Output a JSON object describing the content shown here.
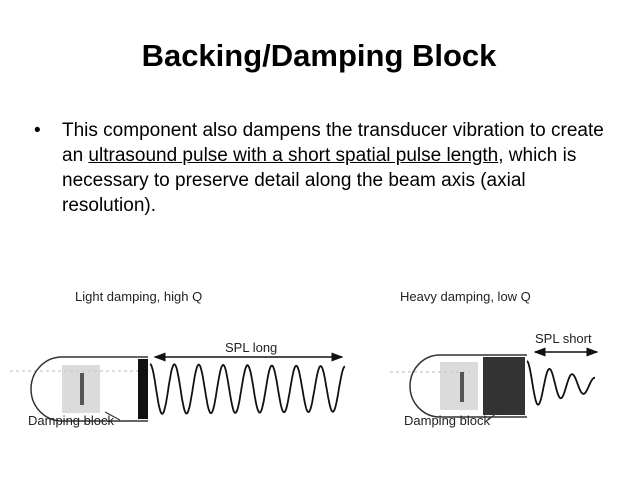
{
  "title": "Backing/Damping Block",
  "bullet": {
    "marker": "•",
    "text_before": "This component also dampens the transducer vibration to create an ",
    "underlined": "ultrasound pulse with a short spatial pulse length",
    "text_after": ", which is necessary to preserve detail along the beam axis (axial resolution)."
  },
  "diagram": {
    "left": {
      "heading": "Light damping, high Q",
      "spl_label": "SPL long",
      "block_label": "Damping block"
    },
    "right": {
      "heading": "Heavy damping, low Q",
      "spl_label": "SPL short",
      "block_label": "Damping block"
    }
  }
}
